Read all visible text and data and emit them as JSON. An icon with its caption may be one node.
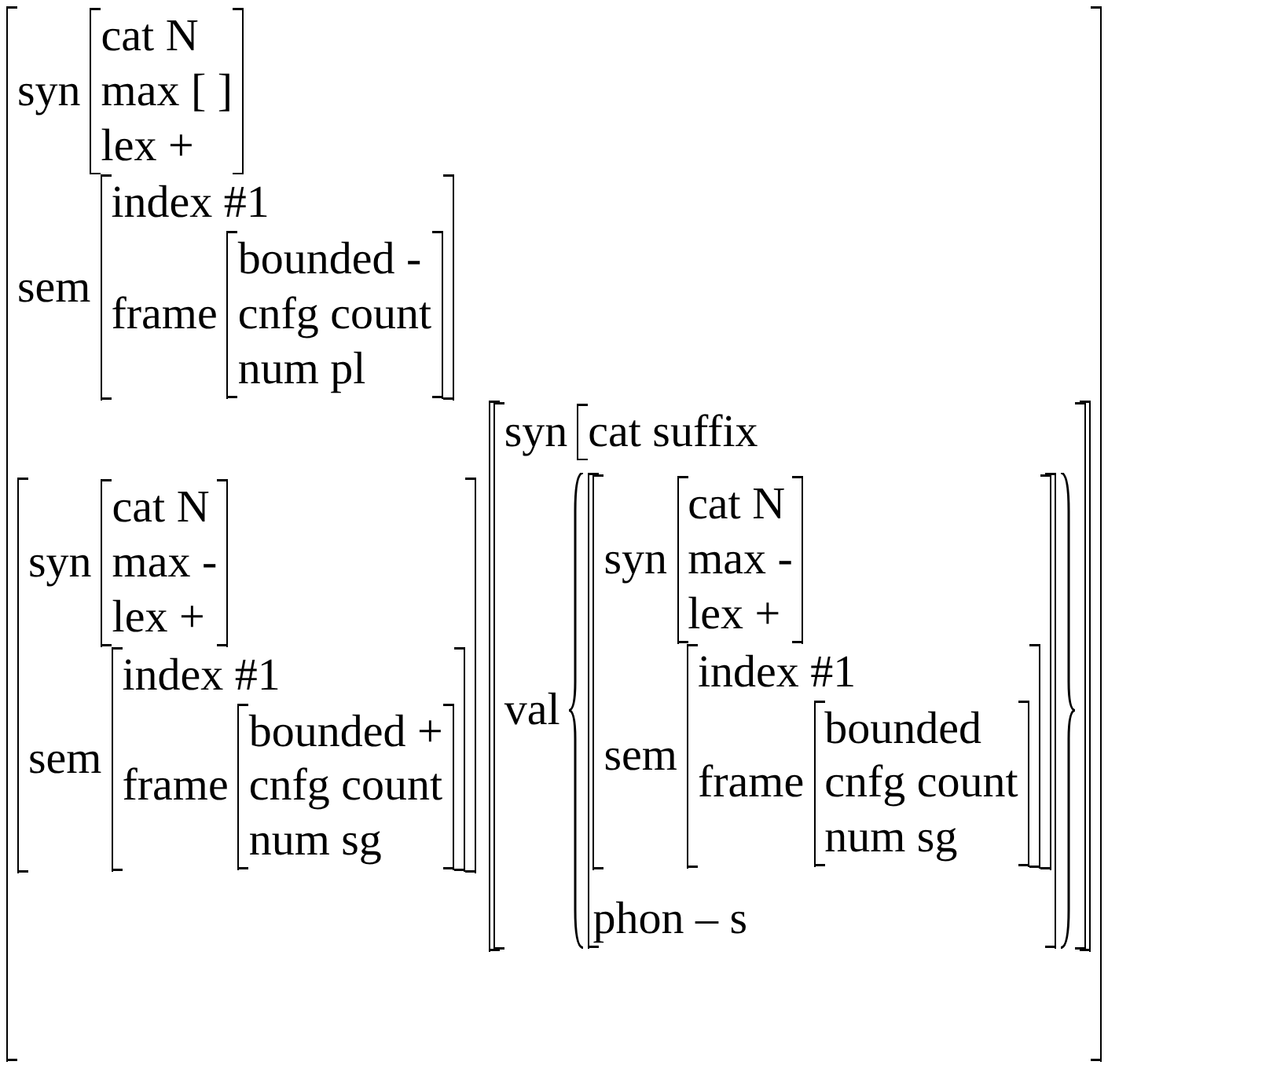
{
  "diagram": {
    "nodes": [
      {
        "text": [],
        "shape": "box"
      },
      {
        "text": [
          "syn",
          "cat N",
          "max [ ]",
          "lex +"
        ],
        "in": 0
      },
      {
        "text": [
          "sem",
          "index #1"
        ],
        "in": 0
      },
      {
        "text": [
          "frame",
          "bounded -",
          "cnfg count",
          "num pl"
        ],
        "in": 2
      },
      {
        "text": [],
        "shape": "box",
        "in": 0
      },
      {
        "text": [
          "syn",
          "cat N",
          "max -",
          "lex +"
        ],
        "in": 4
      },
      {
        "text": [
          "sem",
          "index #1"
        ],
        "in": 4
      },
      {
        "text": [
          "frame",
          "bounded +",
          "cnfg count",
          "num sg"
        ],
        "in": 6
      },
      {
        "text": [],
        "shape": "box",
        "in": 0
      },
      {
        "text": [],
        "shape": "box",
        "in": 8
      },
      {
        "text": [
          "syn",
          "cat suffix"
        ],
        "in": 9
      },
      {
        "text": [
          "val"
        ],
        "in": 9
      },
      {
        "text": [
          "phon – s"
        ],
        "in": 11
      },
      {
        "text": [],
        "shape": "box",
        "in": 12
      },
      {
        "text": [
          "syn",
          "cat N",
          "max -",
          "lex +"
        ],
        "in": 13
      },
      {
        "text": [
          "sem",
          "index #1"
        ],
        "in": 13
      },
      {
        "text": [
          "frame",
          "bounded",
          "cnfg count",
          "num sg"
        ],
        "in": 15
      }
    ]
  }
}
